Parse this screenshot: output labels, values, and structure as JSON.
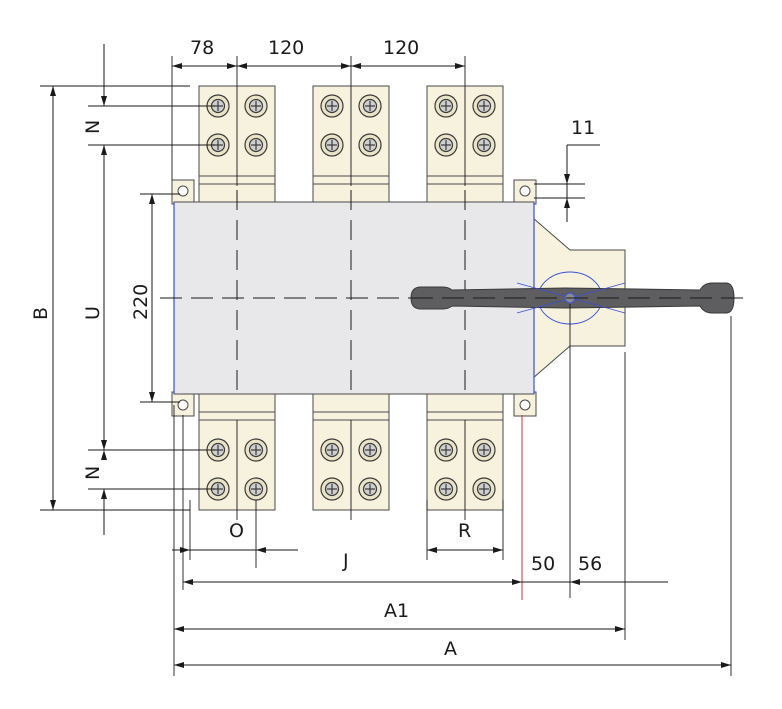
{
  "labels": {
    "d78": "78",
    "d120a": "120",
    "d120b": "120",
    "d11": "11",
    "d220": "220",
    "dB": "B",
    "dU": "U",
    "dN_top": "N",
    "dN_bottom": "N",
    "dO": "O",
    "dR": "R",
    "dJ": "J",
    "d50": "50",
    "d56": "56",
    "dA1": "A1",
    "dA": "A"
  },
  "colors": {
    "terminal_pad": "#f6f2de",
    "switch_body": "#e8e8ea",
    "handle": "#5e5e60",
    "handle_outline": "#3a3a3a",
    "accent_blue": "#3b4fd8",
    "accent_red": "#d33030",
    "line": "#1a1a1a"
  }
}
